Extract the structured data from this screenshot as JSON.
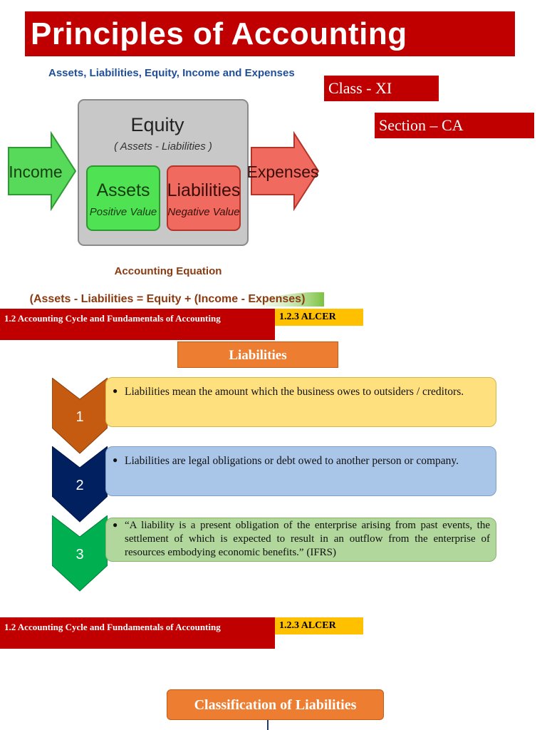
{
  "header": {
    "title": "Principles of Accounting"
  },
  "tags": {
    "class": "Class - XI",
    "section": "Section – CA"
  },
  "equation_diagram": {
    "top_caption": "Assets, Liabilities, Equity, Income and Expenses",
    "equity_label": "Equity",
    "equity_sub": "( Assets - Liabilities )",
    "income_label": "Income",
    "expenses_label": "Expenses",
    "assets_label": "Assets",
    "assets_sub": "Positive Value",
    "liabilities_label": "Liabilities",
    "liabilities_sub": "Negative Value",
    "bottom_caption": "Accounting Equation",
    "formula": "(Assets - Liabilities = Equity + (Income - Expenses)"
  },
  "footer_bars": [
    {
      "course": "1.2 Accounting Cycle and Fundamentals of Accounting",
      "code": "1.2.3  ALCER"
    },
    {
      "course": "1.2 Accounting Cycle and Fundamentals of Accounting",
      "code": "1.2.3  ALCER"
    }
  ],
  "liabilities": {
    "title": "Liabilities",
    "items": [
      {
        "number": "1",
        "text": "Liabilities mean the amount which the business owes to outsiders / creditors."
      },
      {
        "number": "2",
        "text": "Liabilities are legal obligations or debt owed to another person or company."
      },
      {
        "number": "3",
        "text": "“A liability is a present obligation of the enterprise arising from past events, the settlement of which is expected to result in an outflow from the enterprise of resources embodying economic benefits.” (IFRS)"
      }
    ]
  },
  "classification": {
    "title": "Classification of Liabilities"
  },
  "colors": {
    "brand_red": "#c00000",
    "accent_orange": "#ed7d31",
    "code_yellow": "#ffc000",
    "item1_box": "#ffe07f",
    "item2_box": "#a9c6e8",
    "item3_box": "#b1d79c",
    "item1_chevron": "#c55a11",
    "item2_chevron": "#002060",
    "item3_chevron": "#00b050"
  }
}
